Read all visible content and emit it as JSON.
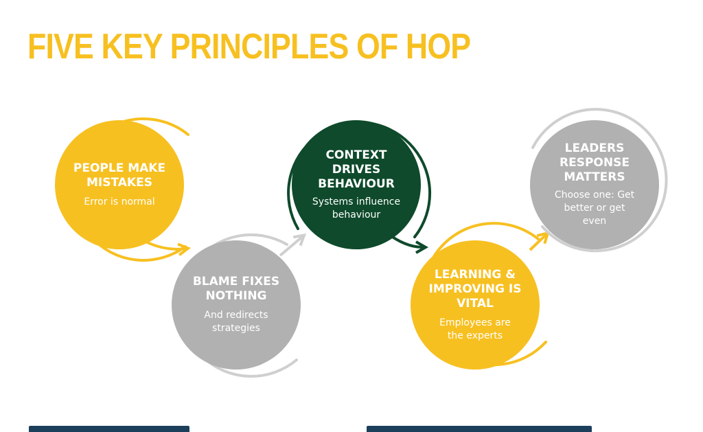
{
  "title": "FIVE KEY PRINCIPLES OF HOP",
  "colors": {
    "yellow": "#f7c021",
    "gray": "#b1b1b1",
    "green": "#0e4a2b",
    "ring_gray": "#cfcfcf",
    "title": "#f7c021"
  },
  "principles": [
    {
      "heading": "PEOPLE MAKE\nMISTAKES",
      "subtext": "Error is normal",
      "color": "yellow"
    },
    {
      "heading": "BLAME FIXES\nNOTHING",
      "subtext": "And redirects\nstrategies",
      "color": "gray"
    },
    {
      "heading": "CONTEXT\nDRIVES\nBEHAVIOUR",
      "subtext": "Systems influence\nbehaviour",
      "color": "green"
    },
    {
      "heading": "LEARNING &\nIMPROVING IS\nVITAL",
      "subtext": "Employees are\nthe experts",
      "color": "yellow"
    },
    {
      "heading": "LEADERS\nRESPONSE\nMATTERS",
      "subtext": "Choose one: Get\nbetter or get\neven",
      "color": "gray"
    }
  ]
}
